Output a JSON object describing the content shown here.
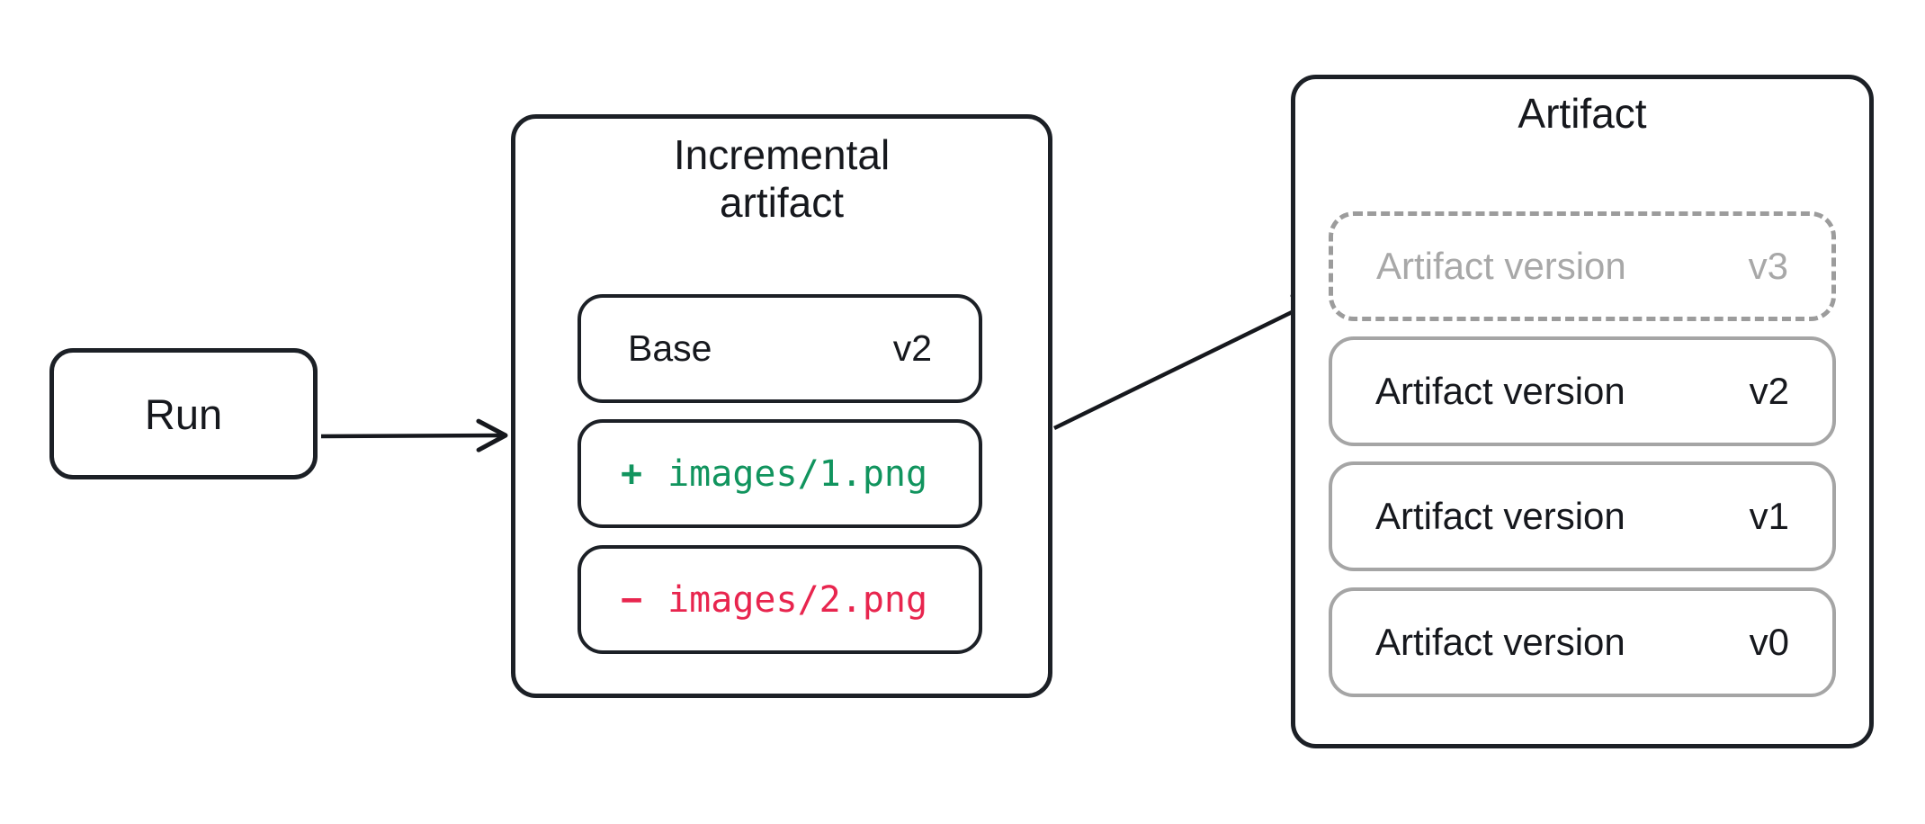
{
  "run": {
    "label": "Run"
  },
  "incremental": {
    "title": "Incremental artifact",
    "base": {
      "label": "Base",
      "version": "v2"
    },
    "diffs": [
      {
        "sign": "+",
        "path": "images/1.png",
        "type": "added"
      },
      {
        "sign": "−",
        "path": "images/2.png",
        "type": "removed"
      }
    ]
  },
  "artifact": {
    "title": "Artifact",
    "pending_version": {
      "label": "Artifact version",
      "version": "v3"
    },
    "versions": [
      {
        "label": "Artifact version",
        "version": "v2"
      },
      {
        "label": "Artifact version",
        "version": "v1"
      },
      {
        "label": "Artifact version",
        "version": "v0"
      }
    ]
  },
  "colors": {
    "node_border": "#1c2026",
    "muted_border": "#a5a5a5",
    "dashed_border": "#9c9c9c",
    "muted_text": "#a8a8a8",
    "added_green": "#11945e",
    "removed_red": "#e8254e",
    "arrow": "#16181d"
  }
}
